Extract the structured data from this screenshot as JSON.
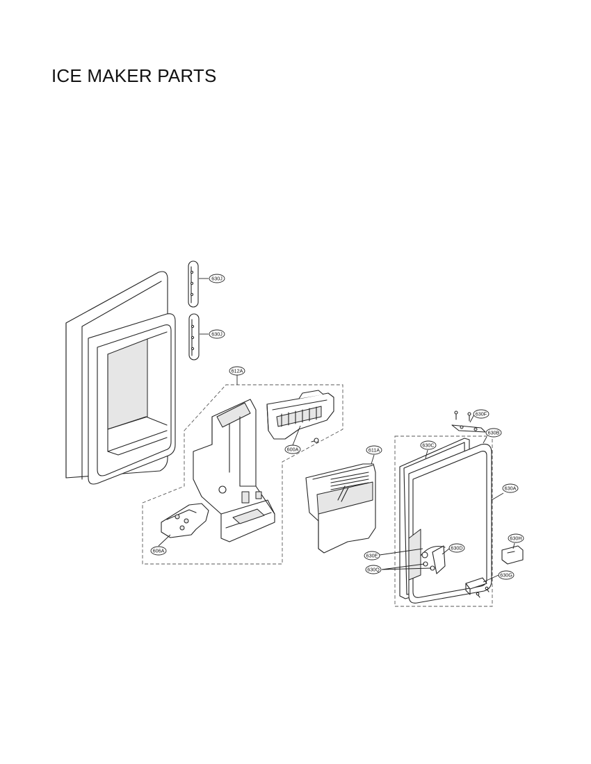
{
  "page": {
    "title": "ICE MAKER PARTS"
  },
  "callouts": {
    "c630J_top": "630J",
    "c630J_bottom": "630J",
    "c612A": "612A",
    "c600A": "600A",
    "c606A": "606A",
    "c611A": "611A",
    "c630F": "630F",
    "c630B": "630B",
    "c630C": "630C",
    "c630A": "630A",
    "c630H": "630H",
    "c630D": "630D",
    "c630E": "630E",
    "c630Q": "630Q",
    "c630G": "630G"
  },
  "colors": {
    "line": "#222222",
    "background": "#ffffff"
  }
}
